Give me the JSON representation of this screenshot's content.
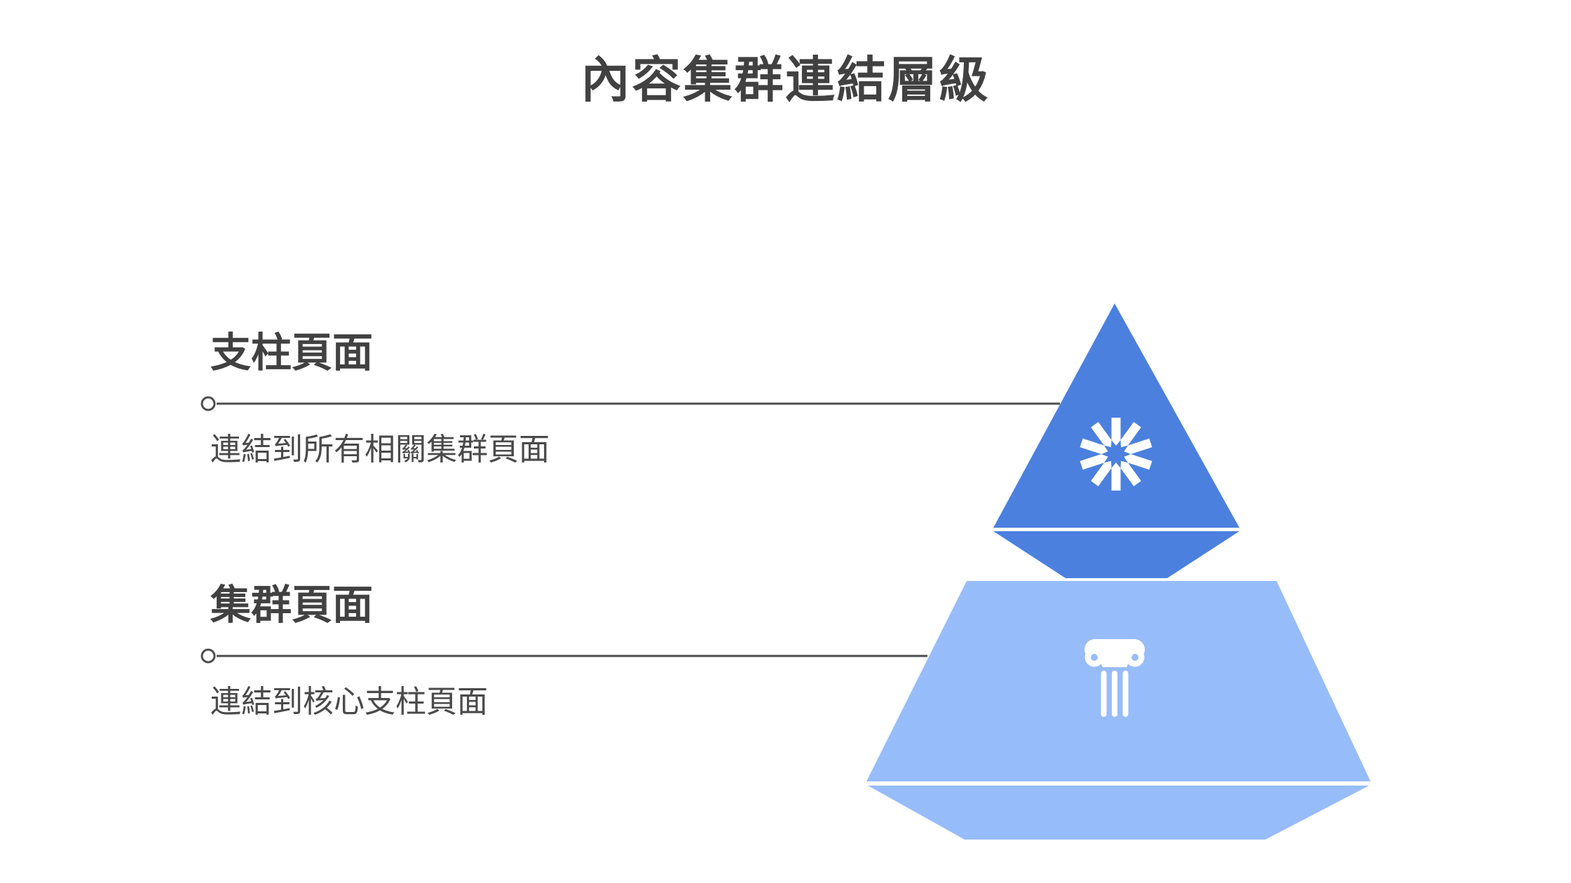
{
  "title": "內容集群連結層級",
  "items": [
    {
      "label": "支柱頁面",
      "description": "連結到所有相關集群頁面",
      "icon": "starburst-icon",
      "level": "top"
    },
    {
      "label": "集群頁面",
      "description": "連結到核心支柱頁面",
      "icon": "column-icon",
      "level": "bottom"
    }
  ],
  "colors": {
    "pillar_fill": "#4B80DF",
    "cluster_fill": "#97BCFA",
    "heading_text": "#414141",
    "body_text": "#4A4A4A",
    "connector": "#4D4D4D",
    "background": "#FFFFFF",
    "icon": "#FFFFFF"
  }
}
